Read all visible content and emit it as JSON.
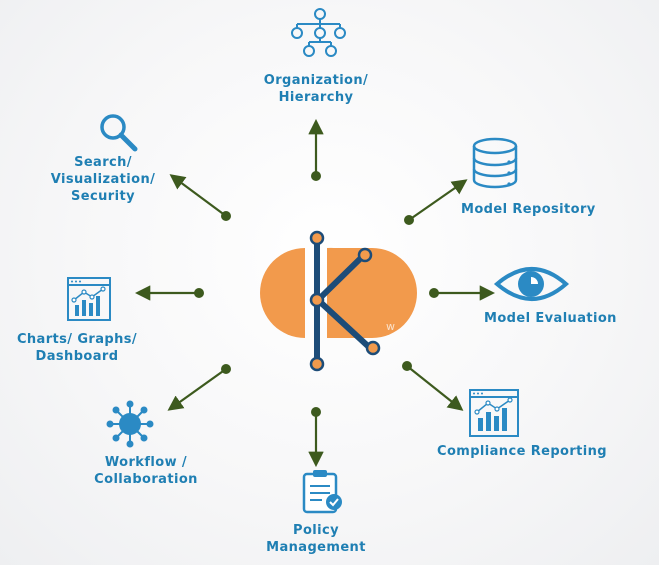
{
  "nodes": {
    "organization": {
      "lines": [
        "Organization/",
        "Hierarchy"
      ],
      "icon": "org-chart-icon"
    },
    "search": {
      "lines": [
        "Search/",
        "Visualization/",
        "Security"
      ],
      "icon": "magnifier-icon"
    },
    "charts": {
      "lines": [
        "Charts/ Graphs/",
        "Dashboard"
      ],
      "icon": "bar-chart-icon"
    },
    "workflow": {
      "lines": [
        "Workflow /",
        "Collaboration"
      ],
      "icon": "network-hub-icon"
    },
    "policy": {
      "lines": [
        "Policy",
        "Management"
      ],
      "icon": "clipboard-check-icon"
    },
    "compliance": {
      "lines": [
        "Compliance Reporting"
      ],
      "icon": "bar-chart-icon"
    },
    "evaluation": {
      "lines": [
        "Model Evaluation"
      ],
      "icon": "eye-icon"
    },
    "repository": {
      "lines": [
        "Model Repository"
      ],
      "icon": "database-icon"
    }
  },
  "colors": {
    "label": "#1f7fb3",
    "icon": "#2b8ac4",
    "arrow": "#3d5a1e",
    "logo_orange": "#f29a4c",
    "logo_navy": "#1d4c78"
  }
}
